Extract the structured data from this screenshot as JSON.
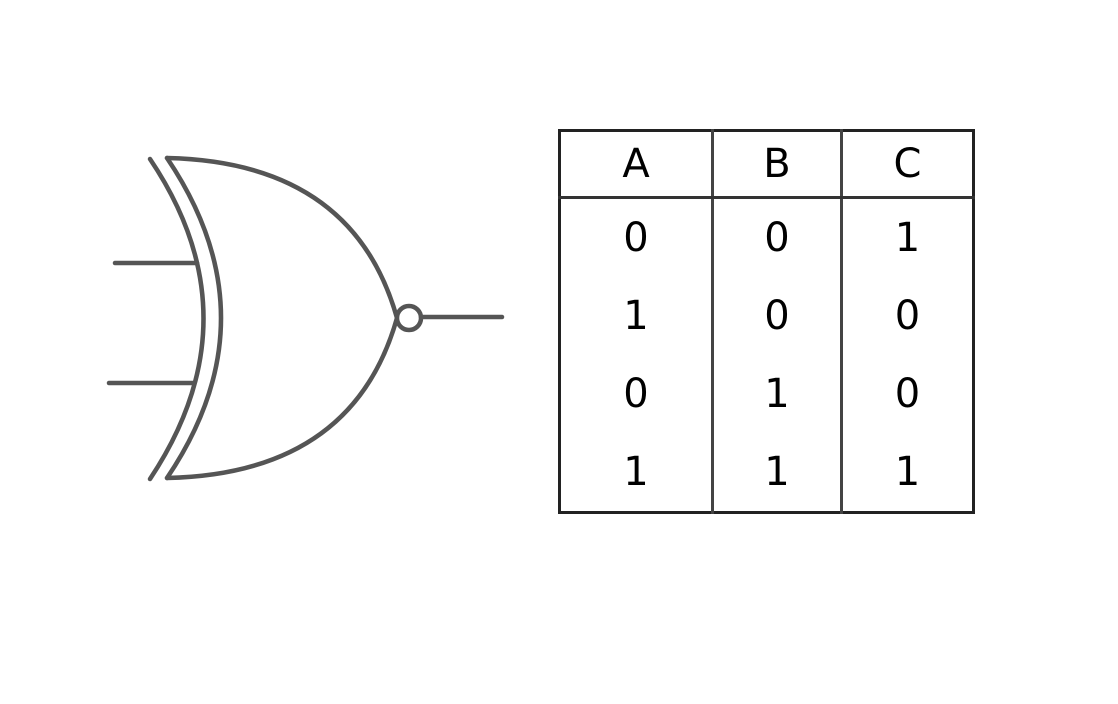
{
  "gate": {
    "type": "XNOR",
    "inputs": 2,
    "outputs": 1,
    "stroke_color": "#555555"
  },
  "truth_table": {
    "headers": [
      "A",
      "B",
      "C"
    ],
    "rows": [
      [
        "0",
        "0",
        "1"
      ],
      [
        "1",
        "0",
        "0"
      ],
      [
        "0",
        "1",
        "0"
      ],
      [
        "1",
        "1",
        "1"
      ]
    ],
    "border_color": "#222222"
  }
}
